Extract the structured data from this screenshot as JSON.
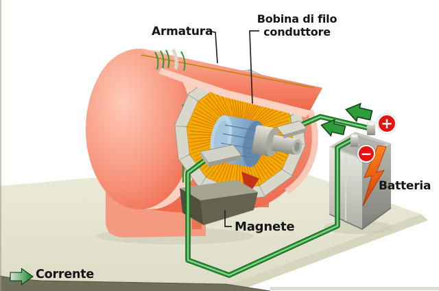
{
  "diagram": {
    "labels": {
      "armatura": "Armatura",
      "bobina_line1": "Bobina di filo",
      "bobina_line2": "conduttore",
      "magnete": "Magnete",
      "batteria": "Batteria",
      "corrente": "Corrente"
    },
    "badges": {
      "plus": "+",
      "minus": "−"
    },
    "icons": {
      "current_arrow": "green-block-arrow",
      "lightning": "lightning-bolt-icon"
    },
    "colors": {
      "wire_green": "#2f9c3a",
      "housing_pink": "#f58a70",
      "coil_yellow": "#f3ad00",
      "coil_stripe_orange": "#e07c00",
      "commutator_blue": "#8fb6d4",
      "magnet_gray": "#63634f",
      "battery_silver": "#b6b6ae",
      "badge_red": "#e31414",
      "table_cream": "#e5e5d1",
      "lightning_orange": "#ff5a00"
    }
  }
}
